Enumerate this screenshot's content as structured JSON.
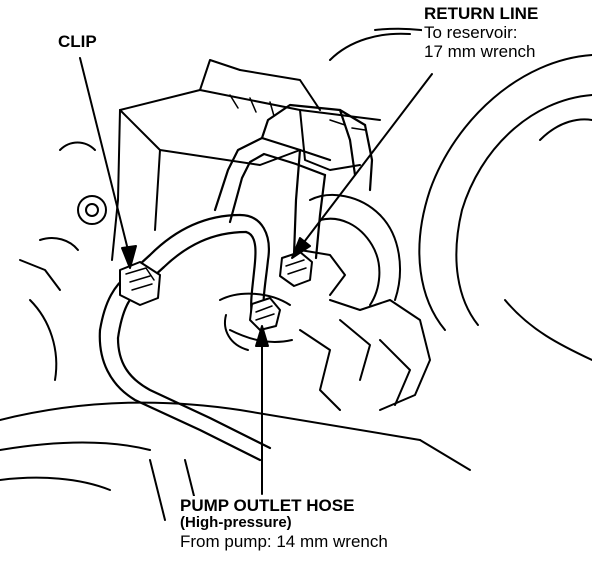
{
  "labels": {
    "clip": "CLIP",
    "return_line": {
      "title": "RETURN LINE",
      "line2": "To reservoir:",
      "line3": "17 mm wrench"
    },
    "pump_outlet": {
      "title": "PUMP OUTLET HOSE",
      "line2": "(High-pressure)",
      "line3": "From pump: 14 mm wrench"
    }
  },
  "colors": {
    "ink": "#000000",
    "paper": "#ffffff"
  },
  "icons": [
    "leader-arrow"
  ]
}
